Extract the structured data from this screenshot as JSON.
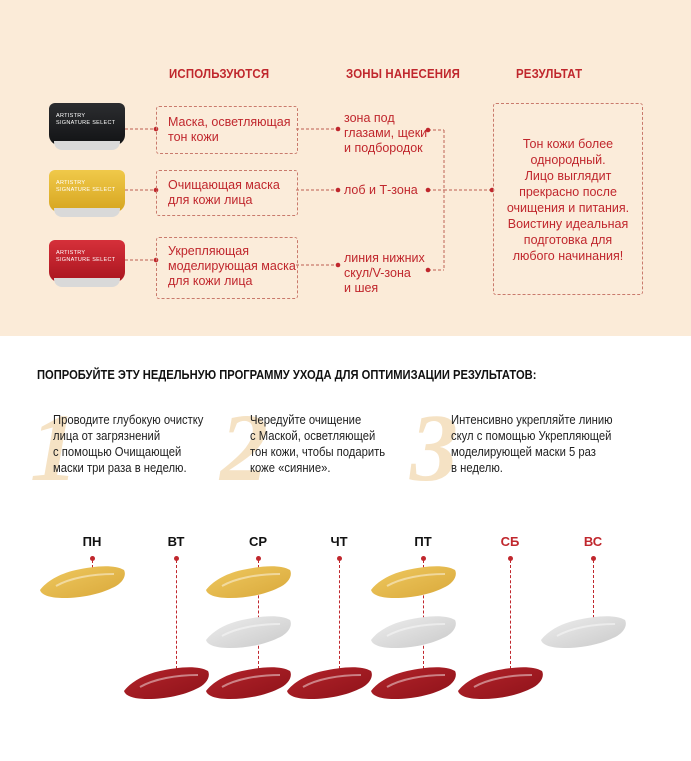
{
  "headers": {
    "used": "ИСПОЛЬЗУЮТСЯ",
    "zones": "ЗОНЫ НАНЕСЕНИЯ",
    "result": "РЕЗУЛЬТАТ"
  },
  "products": [
    {
      "jar_brand": "ARTISTRY",
      "jar_sub": "SIGNATURE SELECT",
      "lid_color": "#1c1d1f",
      "name_line1": "Маска, осветляющая",
      "name_line2": "тон кожи",
      "name_line3": "",
      "zone_line1": "зона под",
      "zone_line2": "глазами, щеки",
      "zone_line3": "и подбородок"
    },
    {
      "jar_brand": "ARTISTRY",
      "jar_sub": "SIGNATURE SELECT",
      "lid_color": "#e3b62c",
      "name_line1": "Очищающая маска",
      "name_line2": "для кожи лица",
      "name_line3": "",
      "zone_line1": "лоб и Т-зона",
      "zone_line2": "",
      "zone_line3": ""
    },
    {
      "jar_brand": "ARTISTRY",
      "jar_sub": "SIGNATURE SELECT",
      "lid_color": "#c8222c",
      "name_line1": "Укрепляющая",
      "name_line2": "моделирующая маска",
      "name_line3": "для кожи лица",
      "zone_line1": "линия нижних",
      "zone_line2": "скул/V-зона",
      "zone_line3": "и шея"
    }
  ],
  "result": {
    "lines": [
      "Тон кожи более",
      "однородный.",
      "Лицо выглядит",
      "прекрасно после",
      "очищения и питания.",
      "Воистину идеальная",
      "подготовка для",
      "любого начинания!"
    ]
  },
  "program": {
    "title": "ПОПРОБУЙТЕ ЭТУ НЕДЕЛЬНУЮ ПРОГРАММУ УХОДА ДЛЯ ОПТИМИЗАЦИИ РЕЗУЛЬТАТОВ:",
    "steps": [
      {
        "number": "1",
        "lines": [
          "Проводите глубокую очистку",
          "лица от загрязнений",
          "с помощью Очищающей",
          "маски три раза в неделю."
        ]
      },
      {
        "number": "2",
        "lines": [
          "Чередуйте очищение",
          "с Маской, осветляющей",
          "тон кожи, чтобы подарить",
          "коже «сияние»."
        ]
      },
      {
        "number": "3",
        "lines": [
          "Интенсивно укрепляйте линию",
          "скул с помощью Укрепляющей",
          "моделирующей маски 5 раз",
          "в неделю."
        ]
      }
    ]
  },
  "days": [
    {
      "label": "ПН",
      "weekend": false,
      "masks": [
        "yellow"
      ]
    },
    {
      "label": "ВТ",
      "weekend": false,
      "masks": [
        "red"
      ]
    },
    {
      "label": "СР",
      "weekend": false,
      "masks": [
        "yellow",
        "white",
        "red"
      ]
    },
    {
      "label": "ЧТ",
      "weekend": false,
      "masks": [
        "red"
      ]
    },
    {
      "label": "ПТ",
      "weekend": false,
      "masks": [
        "yellow",
        "white",
        "red"
      ]
    },
    {
      "label": "СБ",
      "weekend": true,
      "masks": [
        "red"
      ]
    },
    {
      "label": "ВС",
      "weekend": true,
      "masks": [
        "white"
      ]
    }
  ],
  "colors": {
    "accent": "#c0272d",
    "top_background": "#fbebd8",
    "mask_yellow": "#efc960",
    "mask_white": "#eeeeee",
    "mask_red": "#b3242b"
  }
}
